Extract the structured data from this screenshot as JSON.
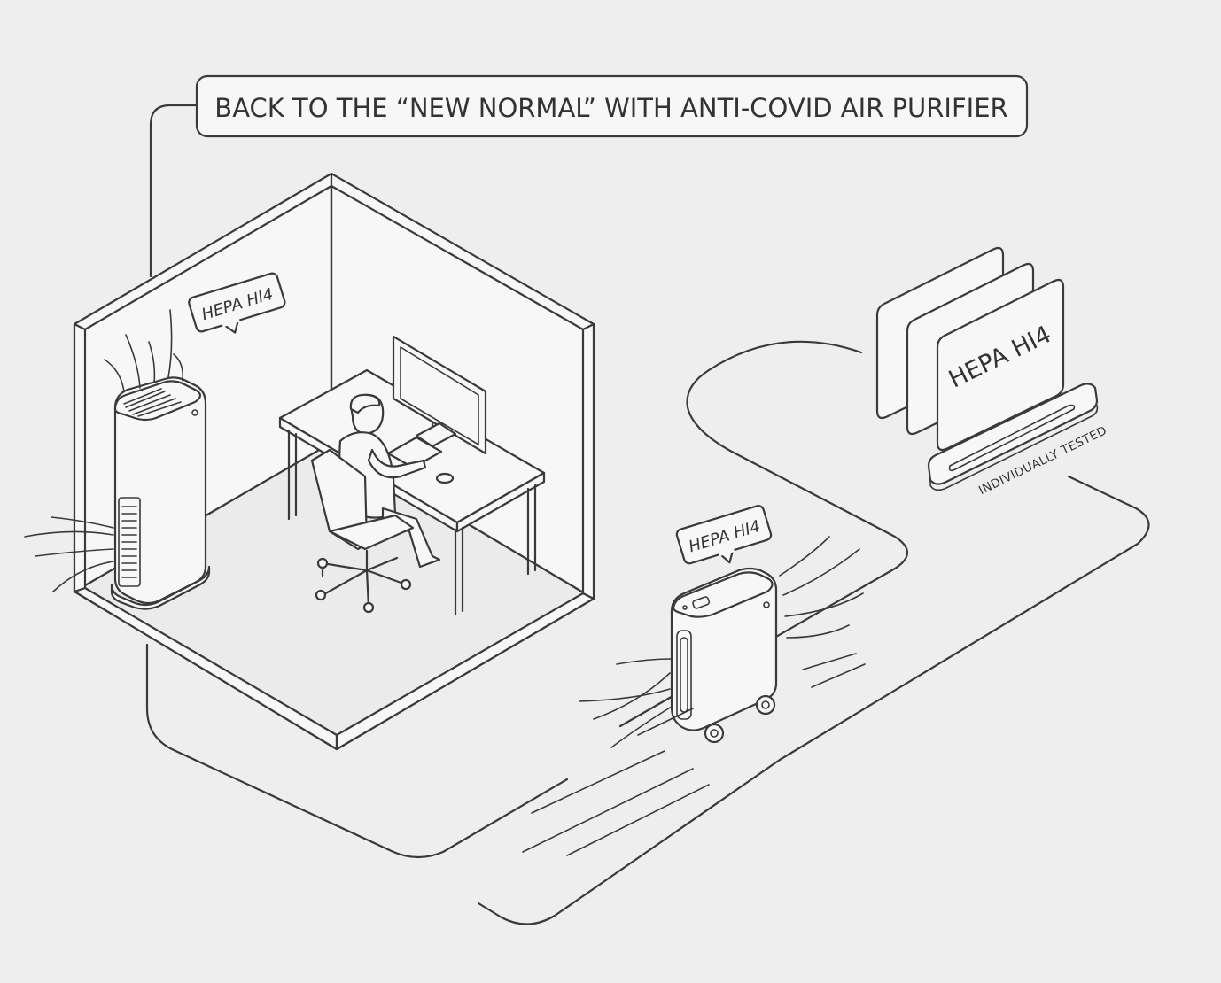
{
  "title": "BACK TO THE “NEW NORMAL” WITH ANTI-COVID AIR PURIFIER",
  "filter_label": "HEPA HI4",
  "filter_tag": "HEPA HI4",
  "filter_caption": "INDIVIDUALLY TESTED",
  "colors": {
    "background": "#eeeeee",
    "line": "#3a3a3a",
    "paper": "#f7f7f7"
  }
}
